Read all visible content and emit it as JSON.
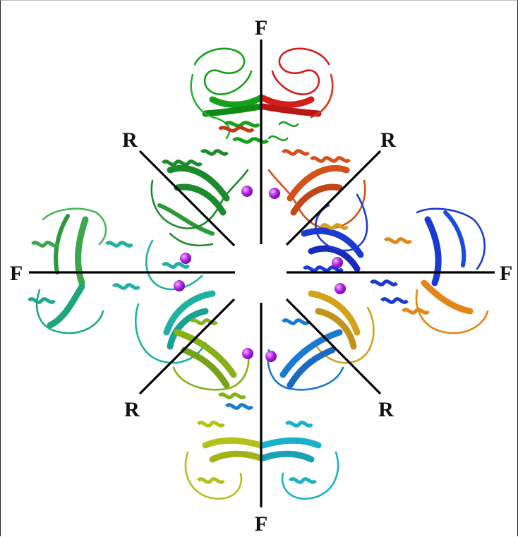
{
  "axis_labels": {
    "top": "F",
    "bottom": "F",
    "left": "F",
    "right": "F",
    "upper_left": "R",
    "upper_right": "R",
    "lower_left": "R",
    "lower_right": "R"
  },
  "subunits": [
    {
      "id": "top-left",
      "color": "#16a01a"
    },
    {
      "id": "top-right",
      "color": "#d21e1a"
    },
    {
      "id": "upper-left",
      "color": "#1b8a2a"
    },
    {
      "id": "upper-right",
      "color": "#d2521a"
    },
    {
      "id": "left-outer",
      "color": "#3aa84a"
    },
    {
      "id": "left-inner",
      "color": "#1fb2a2"
    },
    {
      "id": "right-inner",
      "color": "#1a3ad2"
    },
    {
      "id": "right-outer",
      "color": "#e2861a"
    },
    {
      "id": "lower-left",
      "color": "#86b218"
    },
    {
      "id": "lower-right",
      "color": "#1a7ad2"
    },
    {
      "id": "bottom-left",
      "color": "#b2c21a"
    },
    {
      "id": "bottom-right",
      "color": "#1ab2c8"
    }
  ],
  "ion_color": "#b21ee8"
}
